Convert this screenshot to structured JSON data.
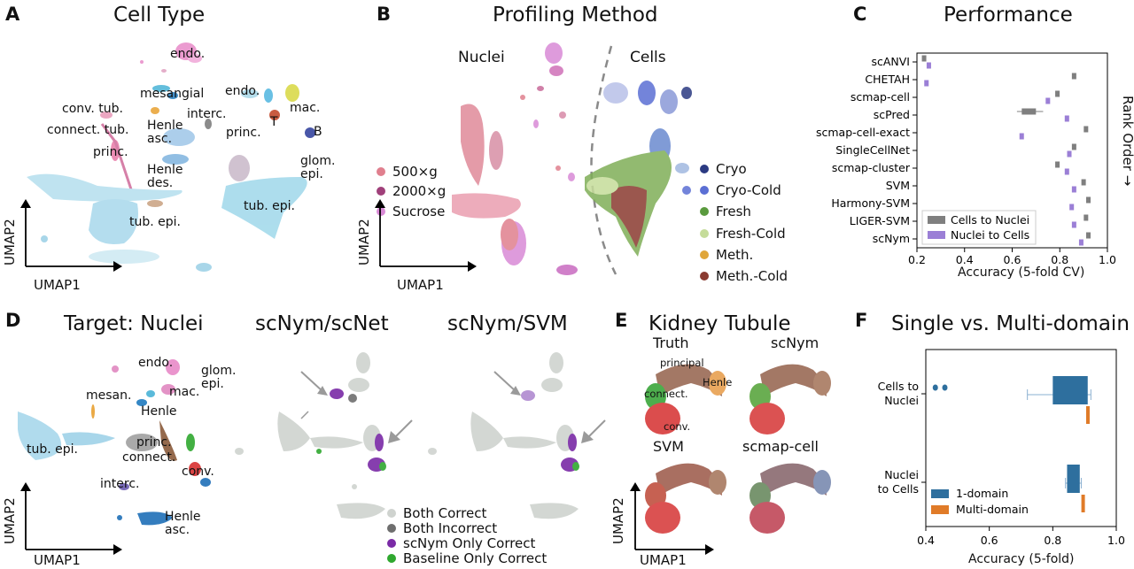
{
  "panels": {
    "A": {
      "letter": "A",
      "title": "Cell Type",
      "labels": [
        "endo.",
        "mesangial",
        "endo.",
        "conv. tub.",
        "interc.",
        "mac.",
        "T",
        "B",
        "connect. tub.",
        "Henle\nasc.",
        "princ.",
        "princ.",
        "glom.\nepi.",
        "Henle\ndes.",
        "tub. epi.",
        "tub. epi."
      ],
      "xlabel": "UMAP1",
      "ylabel": "UMAP2"
    },
    "B": {
      "letter": "B",
      "title": "Profiling Method",
      "left_label": "Nuclei",
      "right_label": "Cells",
      "xlabel": "UMAP1",
      "ylabel": "UMAP2",
      "legend_left": [
        {
          "label": "500×g",
          "color": "#e07f8e"
        },
        {
          "label": "2000×g",
          "color": "#a0407a"
        },
        {
          "label": "Sucrose",
          "color": "#d98ad6"
        }
      ],
      "legend_right": [
        {
          "label": "Cryo",
          "color": "#2b3a82"
        },
        {
          "label": "Cryo-Cold",
          "color": "#5b6fd4"
        },
        {
          "label": "Fresh",
          "color": "#5a9a3e"
        },
        {
          "label": "Fresh-Cold",
          "color": "#c5dc9a"
        },
        {
          "label": "Meth.",
          "color": "#e0a63a"
        },
        {
          "label": "Meth.-Cold",
          "color": "#8a3a30"
        }
      ]
    },
    "C": {
      "letter": "C",
      "title": "Performance",
      "side_label": "Rank Order →"
    },
    "D": {
      "letter": "D",
      "titles": [
        "Target: Nuclei",
        "scNym/scNet",
        "scNym/SVM"
      ],
      "labels": [
        "endo.",
        "glom.\nepi.",
        "mesan.",
        "mac.",
        "Henle",
        "tub. epi.",
        "princ.",
        "connect.",
        "conv.",
        "interc.",
        "Henle\nasc."
      ],
      "xlabel": "UMAP1",
      "ylabel": "UMAP2",
      "legend": [
        {
          "label": "Both Correct",
          "color": "#cfd3cf"
        },
        {
          "label": "Both Incorrect",
          "color": "#6e6e6e"
        },
        {
          "label": "scNym Only Correct",
          "color": "#7a2aa6"
        },
        {
          "label": "Baseline Only Correct",
          "color": "#2fa82f"
        }
      ]
    },
    "E": {
      "letter": "E",
      "title": "Kidney Tubule",
      "sub": [
        "Truth",
        "scNym",
        "SVM",
        "scmap-cell"
      ],
      "truth_labels": [
        "principal",
        "Henle",
        "connect.",
        "conv."
      ],
      "xlabel": "UMAP1",
      "ylabel": "UMAP2"
    },
    "F": {
      "letter": "F",
      "title": "Single vs. Multi-domain"
    }
  },
  "chart_data": [
    {
      "type": "box",
      "panel": "C",
      "title": "Performance",
      "xlabel": "Accuracy (5-fold CV)",
      "xlim": [
        0.2,
        1.0
      ],
      "xticks": [
        "0.2",
        "0.4",
        "0.6",
        "0.8",
        "1.0"
      ],
      "categories": [
        "scANVI",
        "CHETAH",
        "scmap-cell",
        "scPred",
        "scmap-cell-exact",
        "SingleCellNet",
        "scmap-cluster",
        "SVM",
        "Harmony-SVM",
        "LIGER-SVM",
        "scNym"
      ],
      "series": [
        {
          "name": "Cells to Nuclei",
          "color": "#7f7f7f",
          "median": [
            0.23,
            0.86,
            0.79,
            0.67,
            0.91,
            0.86,
            0.79,
            0.9,
            0.92,
            0.91,
            0.92
          ]
        },
        {
          "name": "Nuclei to Cells",
          "color": "#9b7fd6",
          "median": [
            0.25,
            0.24,
            0.75,
            0.83,
            0.64,
            0.84,
            0.83,
            0.86,
            0.85,
            0.86,
            0.89
          ]
        }
      ],
      "legend": "bottom-left"
    },
    {
      "type": "box",
      "panel": "F",
      "title": "Single vs. Multi-domain",
      "xlabel": "Accuracy (5-fold)",
      "xlim": [
        0.4,
        1.0
      ],
      "xticks": [
        "0.4",
        "0.6",
        "0.8",
        "1.0"
      ],
      "categories": [
        "Cells to\nNuclei",
        "Nuclei\nto Cells"
      ],
      "series": [
        {
          "name": "1-domain",
          "color": "#2e6f9e",
          "q1": [
            0.8,
            0.845
          ],
          "median": [
            0.91,
            0.88
          ],
          "q3": [
            0.91,
            0.885
          ],
          "whisker_low": [
            0.72,
            0.84
          ],
          "whisker_high": [
            0.92,
            0.89
          ],
          "outliers": [
            [
              0.43,
              0.46
            ],
            []
          ]
        },
        {
          "name": "Multi-domain",
          "color": "#e07b28",
          "q1": [
            0.905,
            0.89
          ],
          "median": [
            0.91,
            0.893
          ],
          "q3": [
            0.915,
            0.895
          ]
        }
      ],
      "legend": "bottom-left"
    }
  ]
}
